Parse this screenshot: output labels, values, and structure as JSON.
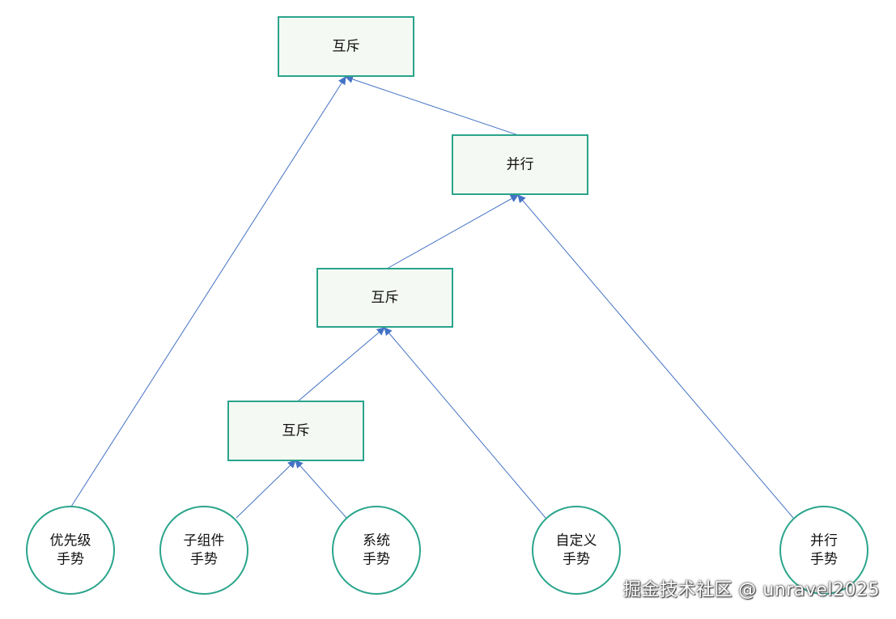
{
  "diagram": {
    "nodes": {
      "root_exclusive": {
        "shape": "box",
        "lines": [
          "互斥"
        ]
      },
      "parallel": {
        "shape": "box",
        "lines": [
          "并行"
        ]
      },
      "mid_exclusive": {
        "shape": "box",
        "lines": [
          "互斥"
        ]
      },
      "low_exclusive": {
        "shape": "box",
        "lines": [
          "互斥"
        ]
      },
      "priority_gesture": {
        "shape": "circle",
        "lines": [
          "优先级",
          "手势"
        ]
      },
      "child_gesture": {
        "shape": "circle",
        "lines": [
          "子组件",
          "手势"
        ]
      },
      "system_gesture": {
        "shape": "circle",
        "lines": [
          "系统",
          "手势"
        ]
      },
      "custom_gesture": {
        "shape": "circle",
        "lines": [
          "自定义",
          "手势"
        ]
      },
      "parallel_gesture": {
        "shape": "circle",
        "lines": [
          "并行",
          "手势"
        ]
      }
    },
    "edges": [
      {
        "from": "priority_gesture",
        "to": "root_exclusive"
      },
      {
        "from": "parallel",
        "to": "root_exclusive"
      },
      {
        "from": "mid_exclusive",
        "to": "parallel"
      },
      {
        "from": "parallel_gesture",
        "to": "parallel"
      },
      {
        "from": "low_exclusive",
        "to": "mid_exclusive"
      },
      {
        "from": "custom_gesture",
        "to": "mid_exclusive"
      },
      {
        "from": "child_gesture",
        "to": "low_exclusive"
      },
      {
        "from": "system_gesture",
        "to": "low_exclusive"
      }
    ],
    "colors": {
      "box_fill": "#f5f9f3",
      "border": "#2aa58c",
      "edge": "#4472c4"
    }
  },
  "watermark": "掘金技术社区 @ unravel2025"
}
